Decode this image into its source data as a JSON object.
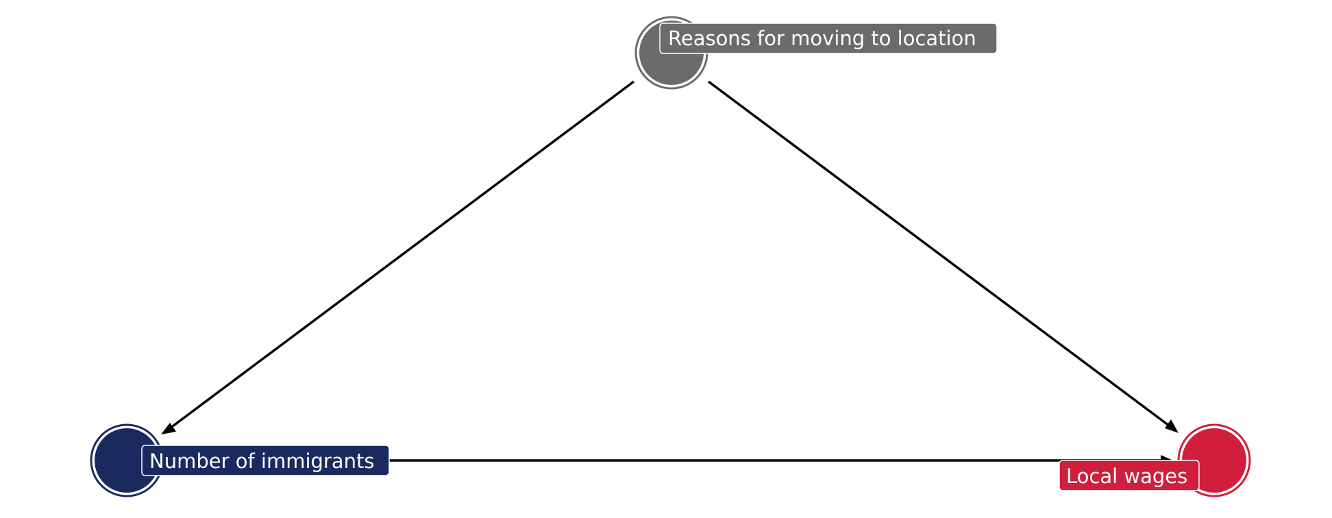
{
  "diagram": {
    "type": "directed-acyclic-graph",
    "nodes": [
      {
        "id": "confounder",
        "label": "Reasons for moving to location",
        "color": "#6b6b6b"
      },
      {
        "id": "treatment",
        "label": "Number of immigrants",
        "color": "#1b2a5e"
      },
      {
        "id": "outcome",
        "label": "Local wages",
        "color": "#d01e3c"
      }
    ],
    "edges": [
      {
        "from": "confounder",
        "to": "treatment"
      },
      {
        "from": "confounder",
        "to": "outcome"
      },
      {
        "from": "treatment",
        "to": "outcome"
      }
    ],
    "edge_color": "#000000",
    "background": "#ffffff"
  }
}
